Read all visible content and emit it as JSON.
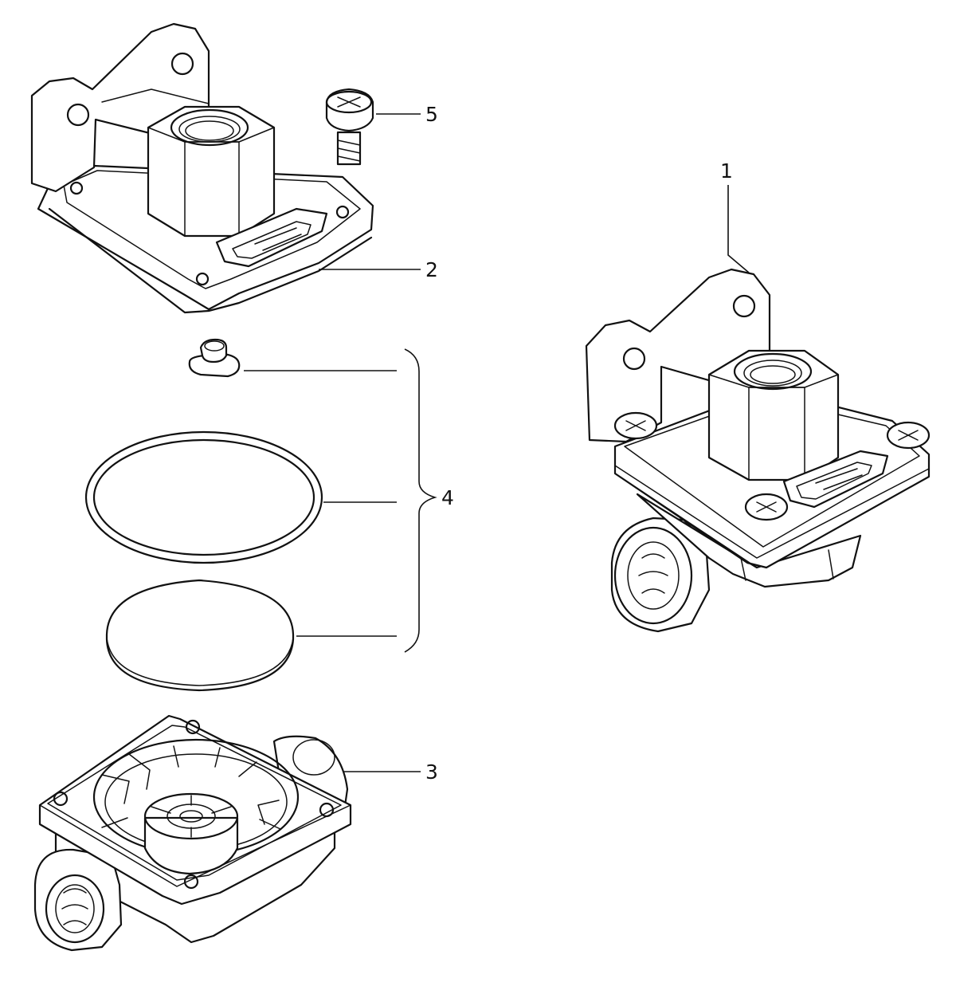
{
  "callouts": [
    {
      "id": "part-1",
      "label": "1"
    },
    {
      "id": "part-2",
      "label": "2"
    },
    {
      "id": "part-3",
      "label": "3"
    },
    {
      "id": "part-4",
      "label": "4"
    },
    {
      "id": "part-5",
      "label": "5"
    }
  ]
}
